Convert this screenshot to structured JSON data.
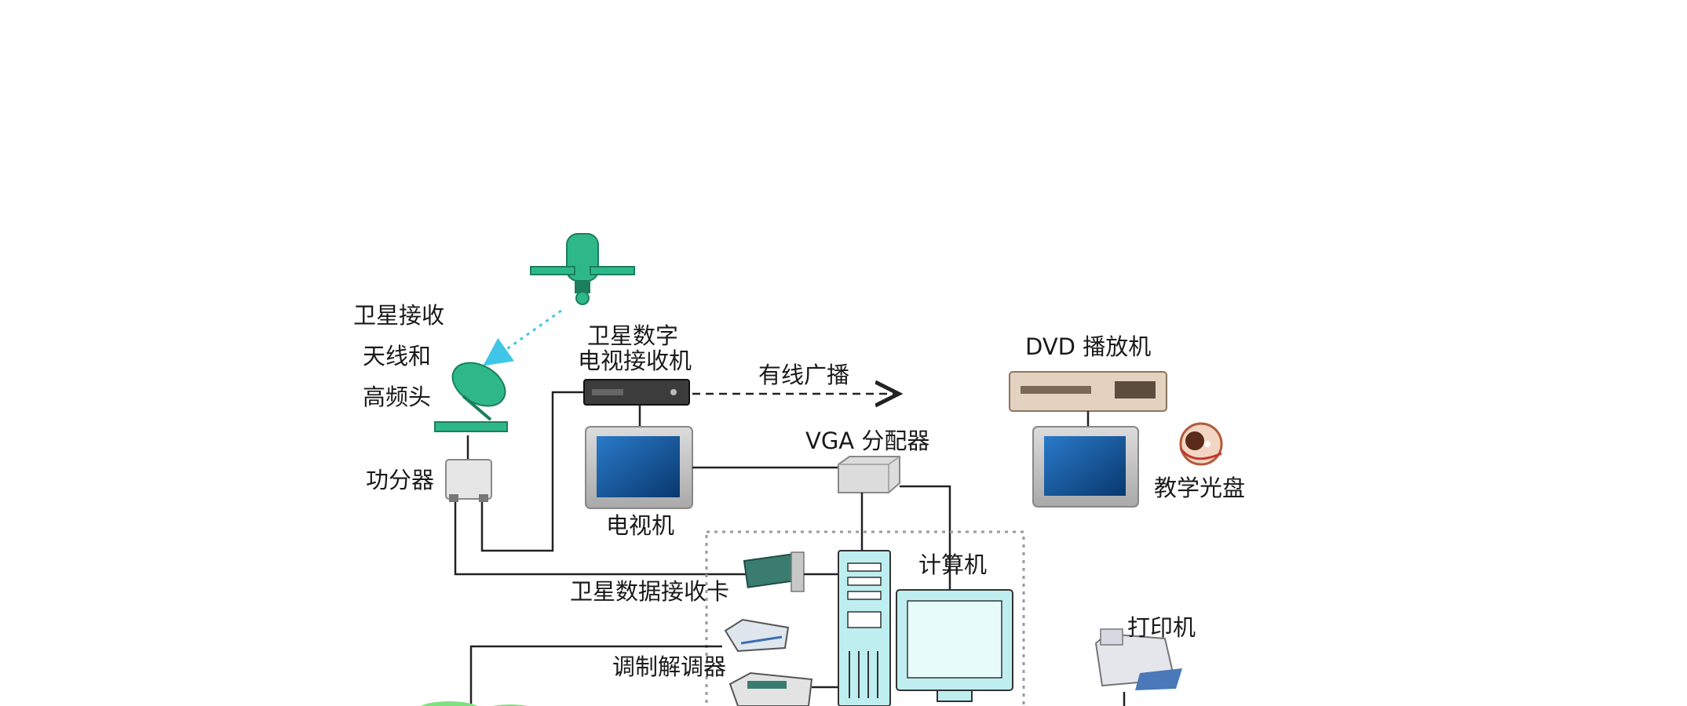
{
  "labels": {
    "antenna_line1": "卫星接收",
    "antenna_line2": "天线和",
    "antenna_line3": "高频头",
    "receiver_line1": "卫星数字",
    "receiver_line2": "电视接收机",
    "cable_broadcast": "有线广播",
    "dvd_player": "DVD 播放机",
    "splitter": "功分器",
    "vga_splitter": "VGA 分配器",
    "tv": "电视机",
    "teaching_disc": "教学光盘",
    "computer": "计算机",
    "sat_data_card": "卫星数据接收卡",
    "modem": "调制解调器",
    "printer": "打印机"
  },
  "colors": {
    "satellite_green": "#2eb88a",
    "signal_cyan": "#3fc6e6",
    "line": "#222222",
    "screen_blue": "#0f5aa3",
    "monitor_cyan": "#bfeef0",
    "dashed_box": "#9a9a9a"
  },
  "icons": [
    "satellite-icon",
    "antenna-dish-icon",
    "power-splitter-icon",
    "receiver-box-icon",
    "tv-icon",
    "dvd-player-icon",
    "disc-icon",
    "vga-splitter-icon",
    "pc-tower-icon",
    "monitor-icon",
    "network-card-icon",
    "modem-icon",
    "printer-icon"
  ]
}
